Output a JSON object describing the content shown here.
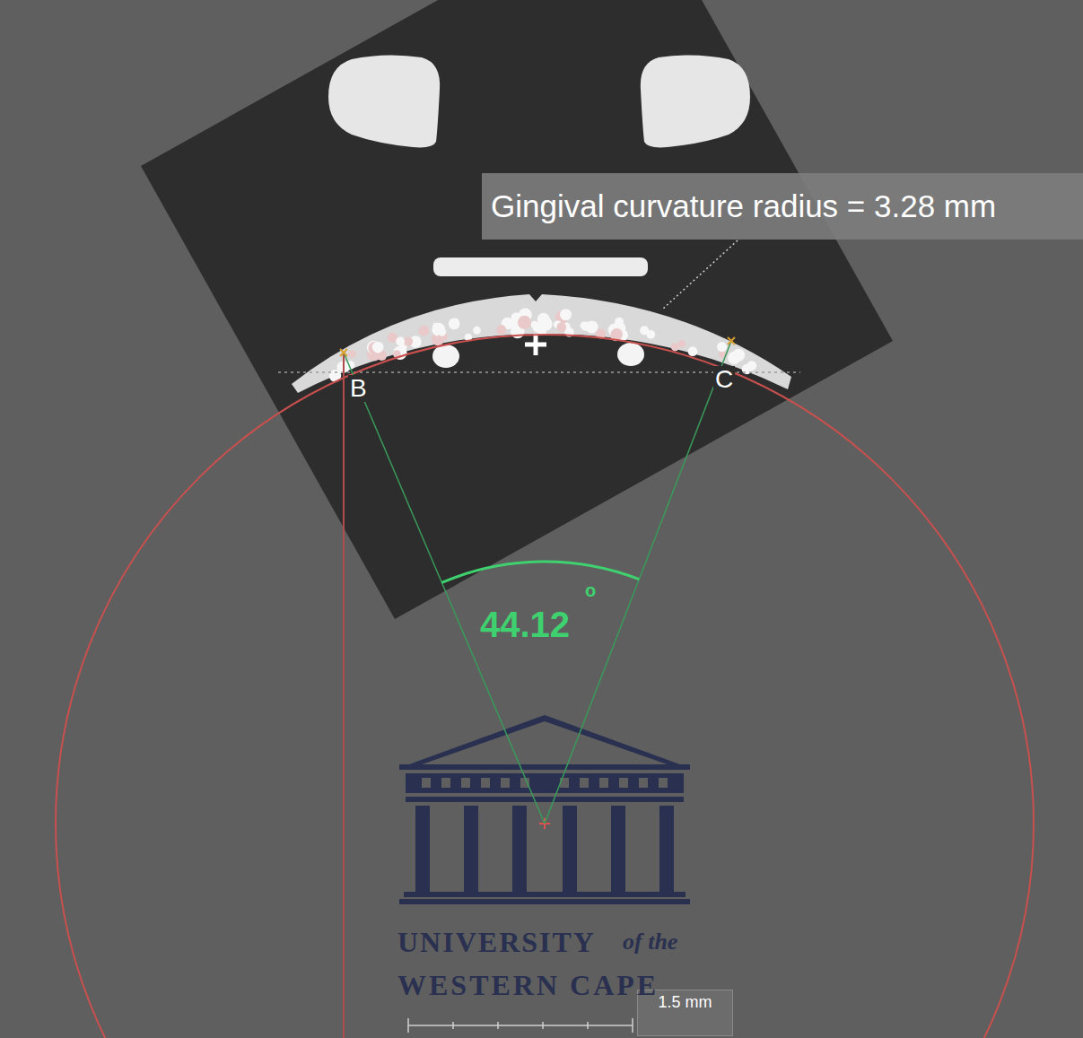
{
  "diagram": {
    "nodes": [
      {
        "text": [
          "Gingival curvature radius = 3.28 mm"
        ]
      },
      {
        "text": [
          "1.5 mm"
        ]
      }
    ],
    "labels": [
      "B",
      "C",
      "44.12",
      "o",
      "UNIVERSITY",
      "of the",
      "WESTERN CAPE"
    ]
  }
}
